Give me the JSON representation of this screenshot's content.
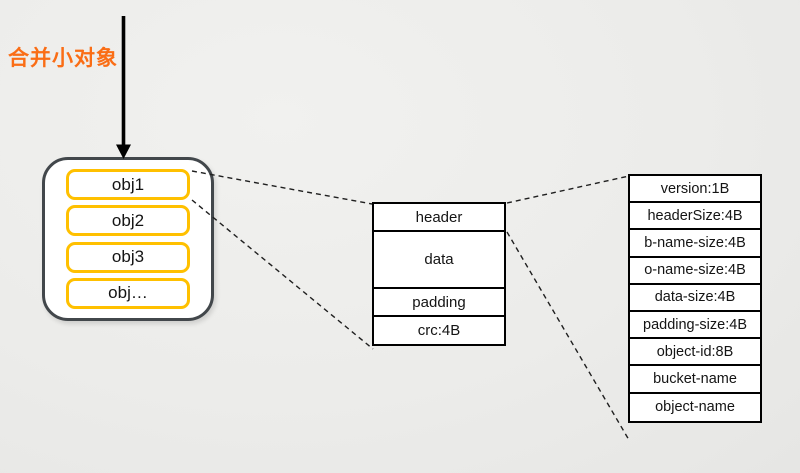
{
  "title": {
    "text": "合并小对象",
    "color": "#fa6d15"
  },
  "colors": {
    "background": "#ececea",
    "accent_orange": "#fa6d15",
    "object_box_border": "#ffc000",
    "container_border": "#42474b",
    "table_border": "#000000"
  },
  "object_group": {
    "items": [
      {
        "label": "obj1"
      },
      {
        "label": "obj2"
      },
      {
        "label": "obj3"
      },
      {
        "label": "obj…"
      }
    ]
  },
  "segment_table": {
    "rows": [
      {
        "label": "header"
      },
      {
        "label": "data"
      },
      {
        "label": "padding"
      },
      {
        "label": "crc:4B"
      }
    ]
  },
  "header_table": {
    "rows": [
      {
        "label": "version:1B"
      },
      {
        "label": "headerSize:4B"
      },
      {
        "label": "b-name-size:4B"
      },
      {
        "label": "o-name-size:4B"
      },
      {
        "label": "data-size:4B"
      },
      {
        "label": "padding-size:4B"
      },
      {
        "label": "object-id:8B"
      },
      {
        "label": "bucket-name"
      },
      {
        "label": "object-name"
      }
    ]
  }
}
